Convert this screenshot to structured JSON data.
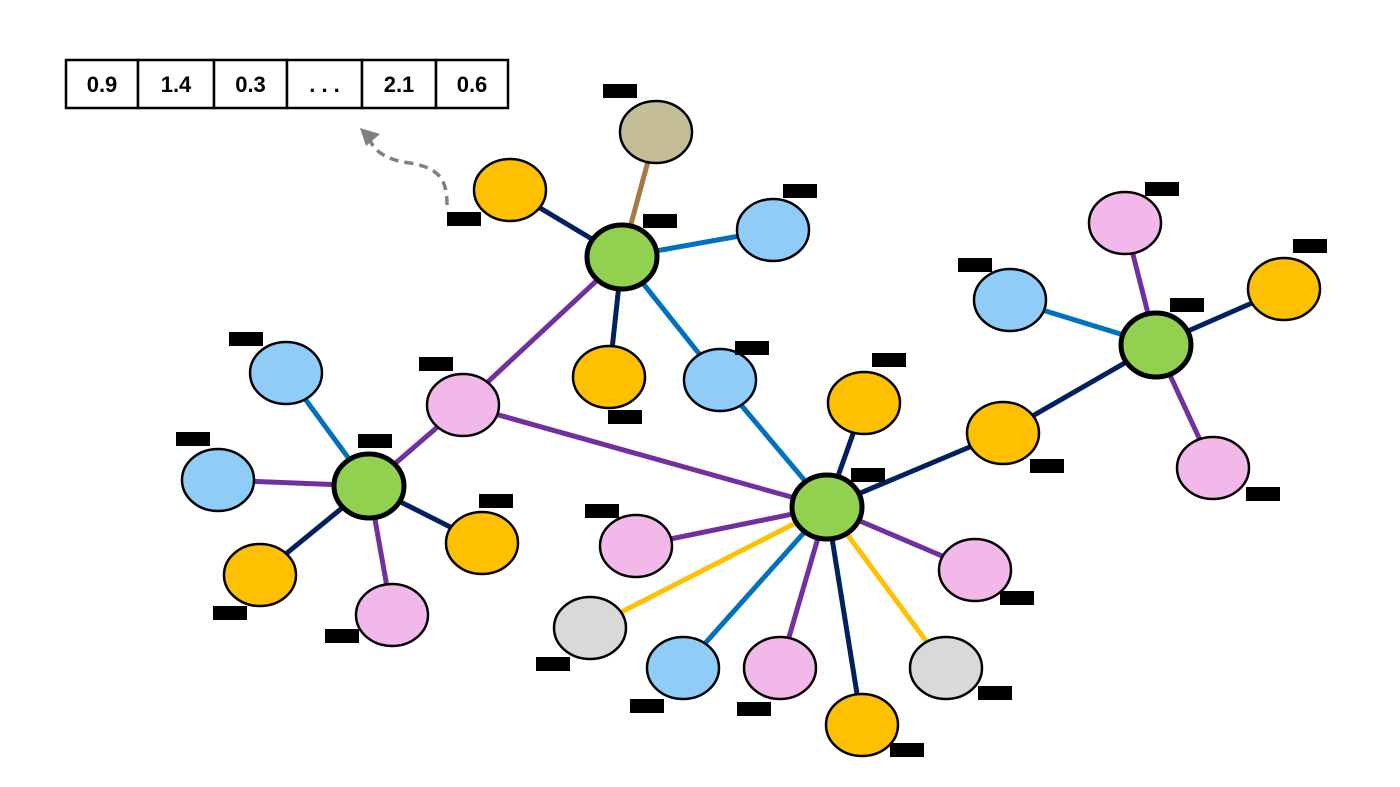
{
  "feature_vector": [
    "0.9",
    "1.4",
    "0.3",
    ". . .",
    "2.1",
    "0.6"
  ],
  "colors": {
    "hub_fill": "#92d050",
    "pink_fill": "#f2b8ea",
    "blue_fill": "#8fcdf8",
    "orange_fill": "#ffc000",
    "gray_fill": "#d9d9d9",
    "tan_fill": "#c4bd97",
    "edge_purple": "#7030a0",
    "edge_blue": "#0070c0",
    "edge_navy": "#002060",
    "edge_orange": "#ffc000",
    "edge_brown": "#a67845",
    "label_box": "#000000",
    "arrow": "#808080"
  }
}
